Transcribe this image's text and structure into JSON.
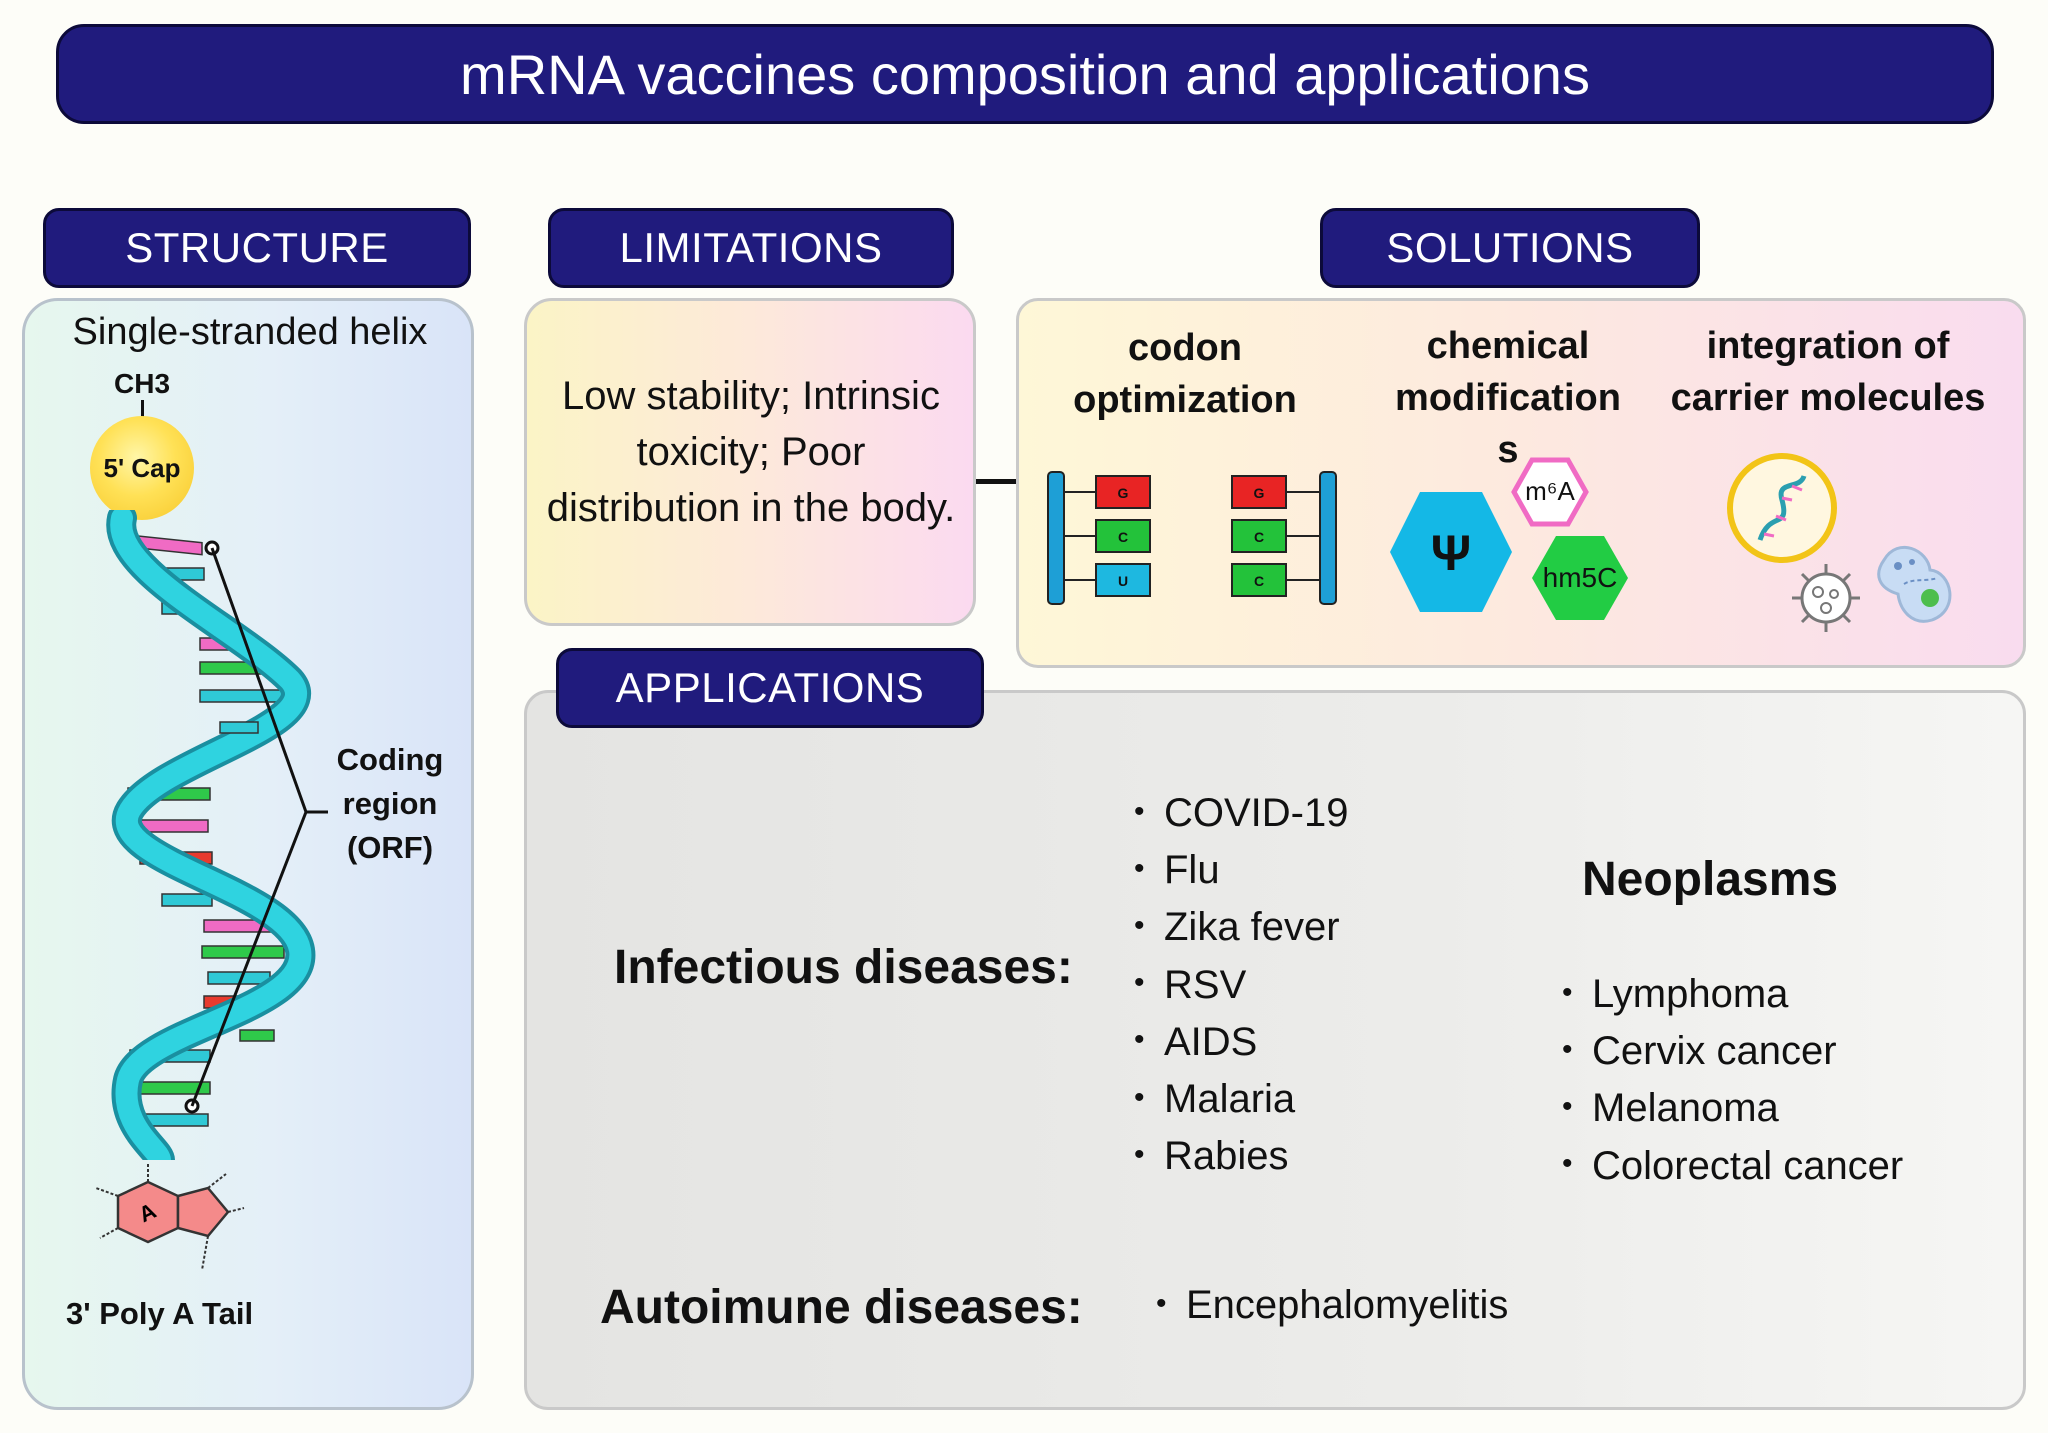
{
  "title": "mRNA vaccines composition and applications",
  "sections": {
    "structure": "STRUCTURE",
    "limitations": "LIMITATIONS",
    "solutions": "SOLUTIONS",
    "applications": "APPLICATIONS"
  },
  "structure": {
    "helix_label": "Single-stranded helix",
    "ch3": "CH3",
    "cap": "5' Cap",
    "coding_region": "Coding region (ORF)",
    "poly_a": "3' Poly A Tail",
    "adenine_letter": "A"
  },
  "limitations": {
    "text": "Low stability; Intrinsic toxicity; Poor distribution in the body."
  },
  "solutions": {
    "codon_optimization": "codon optimization",
    "chemical_modifications": "chemical modification",
    "chemical_modifications_suffix": "s",
    "carrier_molecules": "integration of carrier molecules",
    "codon_left": [
      "G",
      "C",
      "U"
    ],
    "codon_right": [
      "G",
      "C",
      "C"
    ],
    "psi": "Ψ",
    "m6a": "m⁶A",
    "hm5c": "hm5C"
  },
  "applications": {
    "infectious_label": "Infectious diseases:",
    "infectious": [
      "COVID-19",
      "Flu",
      "Zika fever",
      "RSV",
      "AIDS",
      "Malaria",
      "Rabies"
    ],
    "neoplasms_label": "Neoplasms",
    "neoplasms": [
      "Lymphoma",
      "Cervix cancer",
      "Melanoma",
      "Colorectal cancer"
    ],
    "autoimmune_label": "Autoimune diseases:",
    "autoimmune": [
      "Encephalomyelitis"
    ]
  },
  "colors": {
    "header_fill": "#201b7d",
    "helix": "#2fc9d6",
    "rung_pink": "#f06bc4",
    "rung_green": "#2fc94a",
    "rung_red": "#e83a2e",
    "cap": "#ffe156",
    "psi_hex": "#1bb9e6",
    "hm5c_hex": "#22cc44",
    "m6a_hex": "#f06bc4"
  }
}
